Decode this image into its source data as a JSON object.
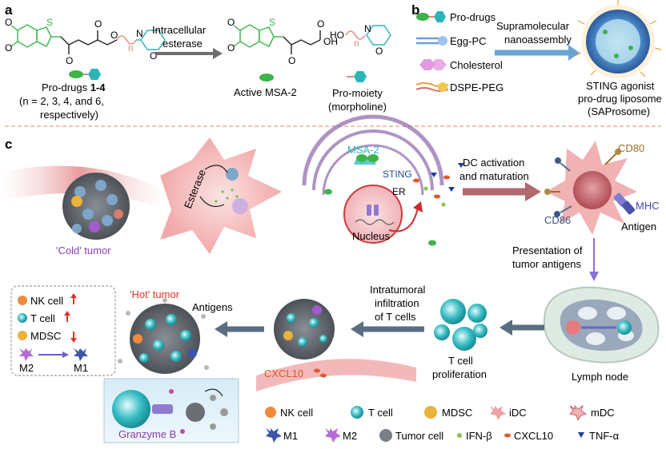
{
  "panels": {
    "a": "a",
    "b": "b",
    "c": "c"
  },
  "panel_a": {
    "arrow_label_1": "Intracellular",
    "arrow_label_2": "esterase",
    "prodrug_line1_prefix": "Pro-drugs ",
    "prodrug_line1_bold": "1-4",
    "prodrug_line2": "(n = 2, 3, 4, and 6,",
    "prodrug_line3": "respectively)",
    "active_label": "Active MSA-2",
    "promoiety_line1": "Pro-moiety",
    "promoiety_line2": "(morpholine)",
    "atom_s": "S",
    "atom_o": "O",
    "atom_n": "N",
    "atom_oh": "OH",
    "atom_ho": "HO",
    "atom_n_sub": "n"
  },
  "panel_b": {
    "legend": [
      "Pro-drugs",
      "Egg-PC",
      "Cholesterol",
      "DSPE-PEG"
    ],
    "arrow_label_1": "Supramolecular",
    "arrow_label_2": "nanoassembly",
    "product_line1": "STING agonist",
    "product_line2": "pro-drug liposome",
    "product_line3": "(SAProsome)"
  },
  "panel_c": {
    "cold_tumor": "'Cold' tumor",
    "esterase": "Esterase",
    "msa2": "MSA-2",
    "sting": "STING",
    "er": "ER",
    "nucleus": "Nucleus",
    "dc_activation_1": "DC activation",
    "dc_activation_2": "and maturation",
    "cd80": "CD80",
    "cd86": "CD86",
    "mhc": "MHC",
    "antigen": "Antigen",
    "presentation_1": "Presentation of",
    "presentation_2": "tumor antigens",
    "lymph_node": "Lymph node",
    "t_prolif_1": "T cell",
    "t_prolif_2": "proliferation",
    "infiltration_1": "Intratumoral",
    "infiltration_2": "infiltration",
    "infiltration_3": "of T cells",
    "cxcl10": "CXCL10",
    "hot_tumor": "'Hot' tumor",
    "antigens": "Antigens",
    "box_nk": "NK cell",
    "box_t": "T cell",
    "box_mdsc": "MDSC",
    "box_m2": "M2",
    "box_m1": "M1",
    "granzyme": "Granzyme B"
  },
  "legend_c": [
    "NK cell",
    "T cell",
    "MDSC",
    "iDC",
    "mDC",
    "M1",
    "M2",
    "Tumor cell",
    "IFN-β",
    "CXCL10",
    "TNF-α"
  ],
  "colors": {
    "green": "#3db34a",
    "teal": "#2bb5b8",
    "gray_arrow": "#5a6e83",
    "mauve_arrow": "#b26a6e",
    "purple_arrow": "#8a6fd6",
    "purple_text": "#8a3fb0",
    "red_text": "#e0322a",
    "orange_text": "#d9591e",
    "divider": "#e6a57f"
  }
}
